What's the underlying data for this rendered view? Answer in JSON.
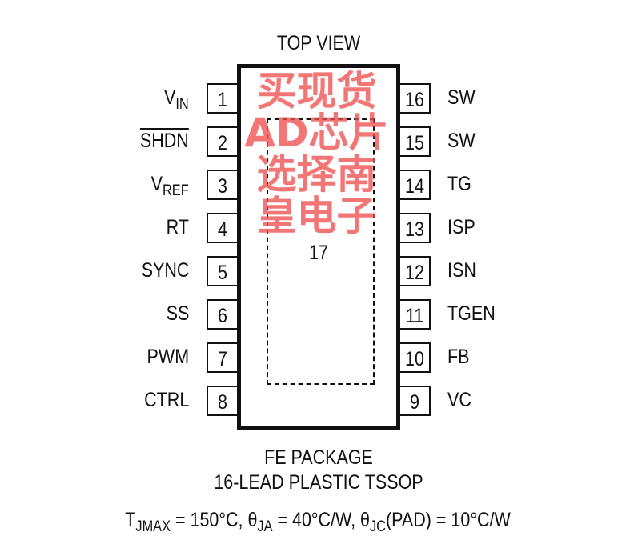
{
  "title": "TOP VIEW",
  "pad_label": "17",
  "left_pins": [
    {
      "num": "1",
      "name": "V",
      "sub": "IN",
      "overline": false
    },
    {
      "num": "2",
      "name": "SHDN",
      "sub": "",
      "overline": true
    },
    {
      "num": "3",
      "name": "V",
      "sub": "REF",
      "overline": false
    },
    {
      "num": "4",
      "name": "RT",
      "sub": "",
      "overline": false
    },
    {
      "num": "5",
      "name": "SYNC",
      "sub": "",
      "overline": false
    },
    {
      "num": "6",
      "name": "SS",
      "sub": "",
      "overline": false
    },
    {
      "num": "7",
      "name": "PWM",
      "sub": "",
      "overline": false
    },
    {
      "num": "8",
      "name": "CTRL",
      "sub": "",
      "overline": false
    }
  ],
  "right_pins": [
    {
      "num": "16",
      "name": "SW"
    },
    {
      "num": "15",
      "name": "SW"
    },
    {
      "num": "14",
      "name": "TG"
    },
    {
      "num": "13",
      "name": "ISP"
    },
    {
      "num": "12",
      "name": "ISN"
    },
    {
      "num": "11",
      "name": "TGEN"
    },
    {
      "num": "10",
      "name": "FB"
    },
    {
      "num": "9",
      "name": "VC"
    }
  ],
  "package_line1": "FE PACKAGE",
  "package_line2": "16-LEAD PLASTIC TSSOP",
  "thermal": {
    "t": "T",
    "t_sub": "JMAX",
    "t_val": " = 150°C, θ",
    "ja_sub": "JA",
    "ja_val": " = 40°C/W, θ",
    "jc_sub": "JC",
    "jc_val": "(PAD) = 10°C/W"
  },
  "watermark": "买现货AD芯片选择南皇电子"
}
